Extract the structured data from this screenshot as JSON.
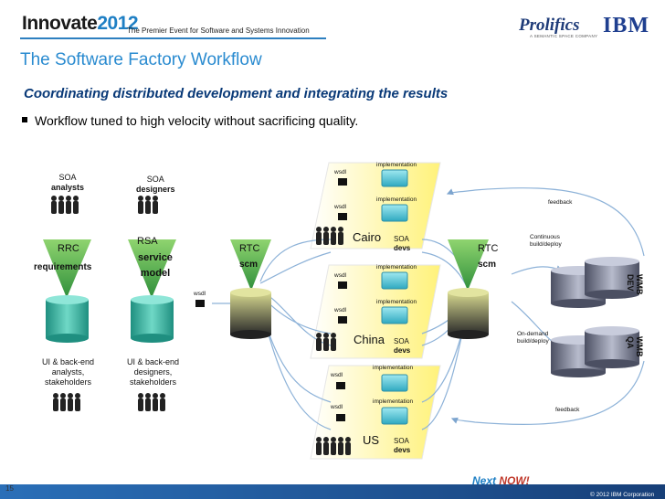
{
  "header": {
    "brand": "Innovate",
    "brand_year": "2012",
    "tagline": "The Premier Event for Software and Systems Innovation",
    "partner_logo": "Prolifics",
    "partner_logo_sub": "A SEMANTIC SPACE COMPANY",
    "ibm_logo": "IBM"
  },
  "slide": {
    "title": "The Software Factory Workflow",
    "subtitle": "Coordinating distributed development and integrating the results",
    "bullet": "Workflow tuned to high velocity without sacrificing quality."
  },
  "diagram": {
    "soa_analysts": [
      "SOA",
      "analysts"
    ],
    "soa_designers": [
      "SOA",
      "designers"
    ],
    "rrc": "RRC",
    "requirements": "requirements",
    "rsa": "RSA",
    "service_model": [
      "service",
      "model"
    ],
    "rtc_left": "RTC",
    "scm_left": "scm",
    "rtc_right": "RTC",
    "scm_right": "scm",
    "wsdl": "wsdl",
    "implementation": "implementation",
    "sites": [
      {
        "name": "Cairo",
        "team": [
          "SOA",
          "devs"
        ]
      },
      {
        "name": "China",
        "team": [
          "SOA",
          "devs"
        ]
      },
      {
        "name": "US",
        "team": [
          "SOA",
          "devs"
        ]
      }
    ],
    "ui_analysts": [
      "UI & back-end",
      "analysts,",
      "stakeholders"
    ],
    "ui_designers": [
      "UI & back-end",
      "designers,",
      "stakeholders"
    ],
    "feedback": "feedback",
    "continuous": [
      "Continuous",
      "build/deploy"
    ],
    "ondemand": [
      "On-demand",
      "build/deploy"
    ],
    "wmb_dev": [
      "WMB",
      "DEV"
    ],
    "wmb_qa": [
      "WMB",
      "QA"
    ]
  },
  "footer": {
    "page_number": "15",
    "next": "Next",
    "now": "NOW!",
    "copyright": "© 2012 IBM Corporation"
  },
  "colors": {
    "title_blue": "#2a8bd0",
    "subtitle_navy": "#0a3a78",
    "teal_cyl": "#2fb3a0",
    "gray_cyl": "#6f7488",
    "cone_green": "#4cb848",
    "site_yellow": "#fff27a",
    "footer_blue": "#1d5fa8"
  },
  "icons": [
    "person-group-icon",
    "document-icon",
    "database-icon",
    "cone-icon"
  ]
}
